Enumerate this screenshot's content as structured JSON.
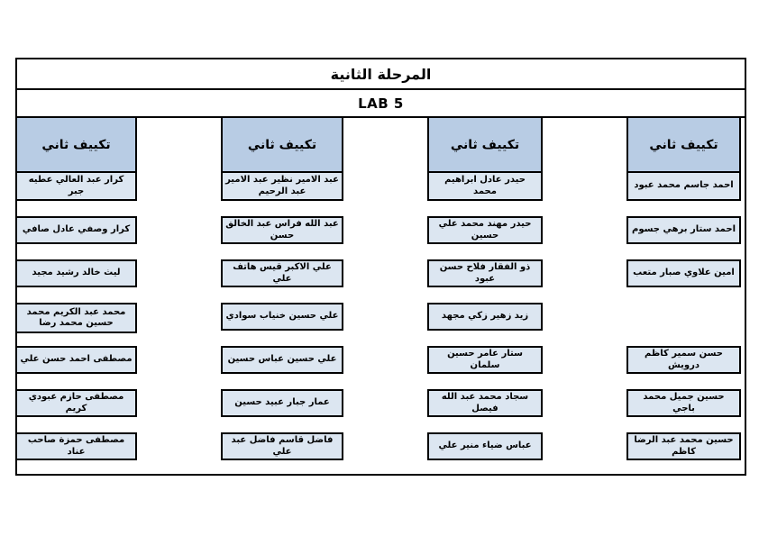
{
  "page": {
    "stage_title": "المرحلة الثانية",
    "lab_label": "LAB 5"
  },
  "colors": {
    "header_fill": "#b8cce4",
    "cell_fill": "#dce6f1",
    "border": "#000000"
  },
  "columns": [
    {
      "header": "تكييف ثاني",
      "students": [
        "كرار عبد العالي عطيه جبر",
        "كرار وصفي عادل صافي",
        "ليث خالد رشيد مجيد",
        "محمد عبد الكريم محمد حسين محمد رضا",
        "مصطفى احمد حسن علي",
        "مصطفى حازم عبودي كريم",
        "مصطفى حمزة صاحب عناد"
      ]
    },
    {
      "header": "تكييف ثاني",
      "students": [
        "عبد الامير نظير عبد الامير عبد الرحيم",
        "عبد الله فراس عبد الخالق حسن",
        "علي الاكبر قيس هاتف علي",
        "علي حسين خنياب سوادي",
        "علي حسين عباس حسين",
        "عمار جبار عبيد حسين",
        "فاضل قاسم فاضل عبد علي"
      ]
    },
    {
      "header": "تكييف ثاني",
      "students": [
        "حيدر عادل ابراهيم محمد",
        "حيدر مهند محمد علي حسين",
        "ذو الفقار فلاح حسن عبود",
        "زيد زهير زكي مجهد",
        "ستار عامر حسين سلمان",
        "سجاد محمد عبد الله فيصل",
        "عباس ضياء منير علي"
      ]
    },
    {
      "header": "تكييف ثاني",
      "students": [
        "احمد جاسم محمد عبود",
        "احمد ستار برهي جسوم",
        "امين علاوي صبار متعب",
        "حسن سمير كاظم درويش",
        "حسين جميل محمد باجي",
        "حسين محمد عبد الرضا كاظم"
      ]
    }
  ]
}
